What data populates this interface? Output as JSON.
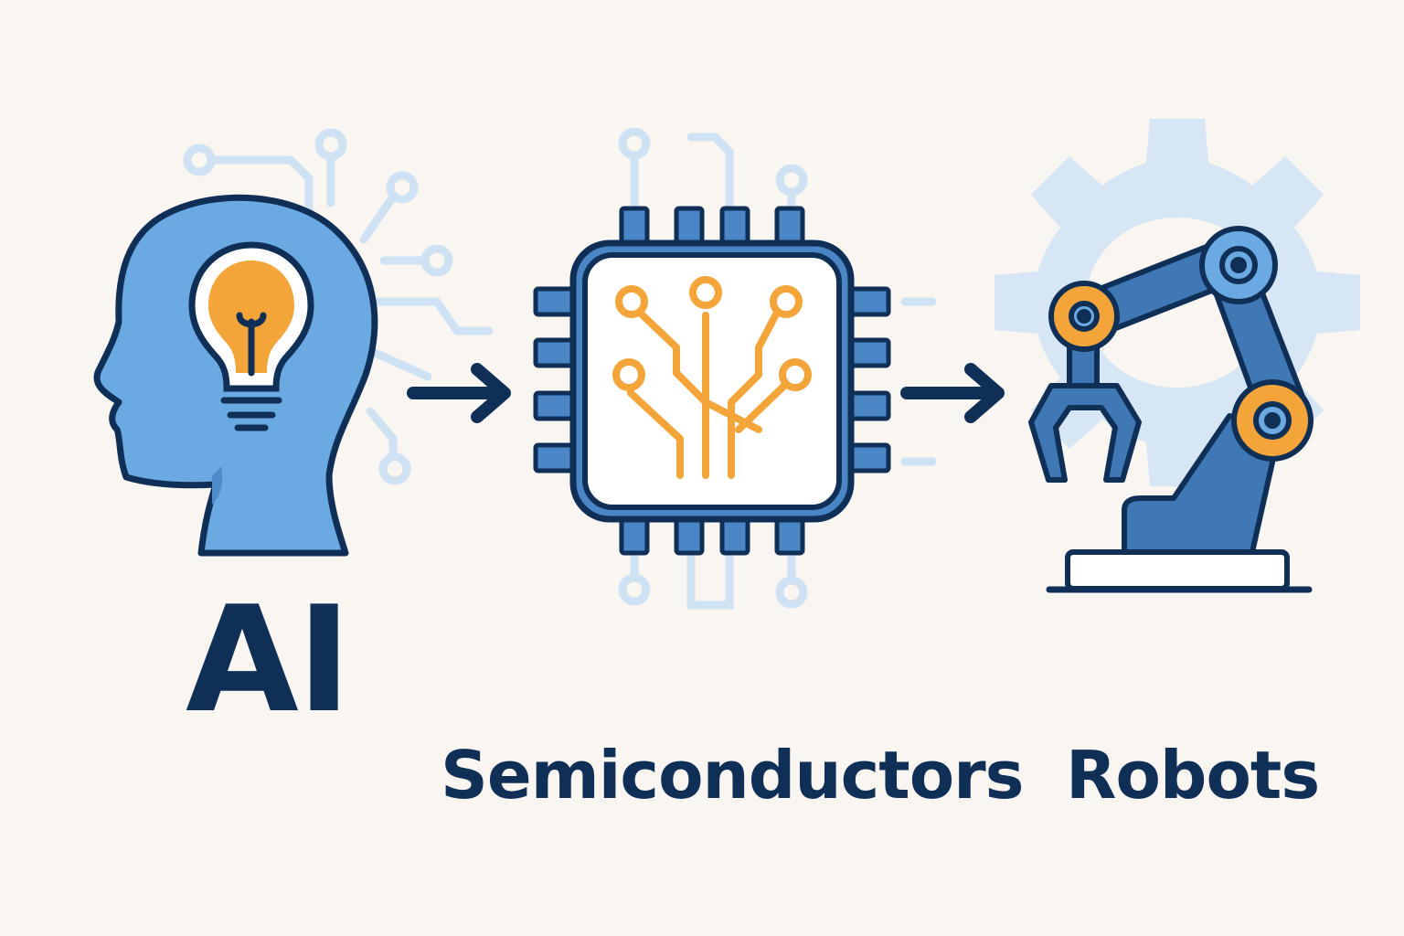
{
  "labels": {
    "ai": "AI",
    "semiconductors": "Semiconductors",
    "robots": "Robots"
  },
  "icons": {
    "ai": "head-with-lightbulb-icon",
    "semiconductors": "microchip-icon",
    "robots": "robotic-arm-icon"
  },
  "colors": {
    "background": "#f9f6f2",
    "navy": "#0f2f57",
    "blue": "#5b9fd9",
    "mid_blue": "#3f78b5",
    "light_blue": "#cfe2f3",
    "orange": "#f4a53a"
  }
}
